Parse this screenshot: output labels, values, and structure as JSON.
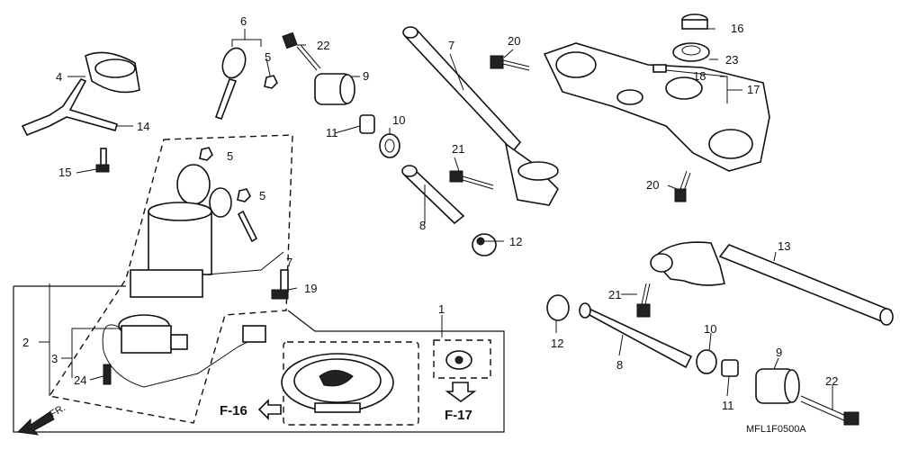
{
  "callouts": {
    "c1": "1",
    "c2": "2",
    "c3": "3",
    "c4": "4",
    "c5a": "5",
    "c5b": "5",
    "c5c": "5",
    "c6": "6",
    "c7a": "7",
    "c7b": "7",
    "c8a": "8",
    "c8b": "8",
    "c9a": "9",
    "c9b": "9",
    "c10a": "10",
    "c10b": "10",
    "c11a": "11",
    "c11b": "11",
    "c12a": "12",
    "c12b": "12",
    "c13": "13",
    "c14": "14",
    "c15": "15",
    "c16": "16",
    "c17": "17",
    "c18": "18",
    "c19": "19",
    "c20a": "20",
    "c20b": "20",
    "c21a": "21",
    "c21b": "21",
    "c22a": "22",
    "c22b": "22",
    "c23": "23",
    "c24": "24"
  },
  "refs": {
    "f16": "F-16",
    "f17": "F-17",
    "fr": "FR."
  },
  "diagram_code": "MFL1F0500A"
}
